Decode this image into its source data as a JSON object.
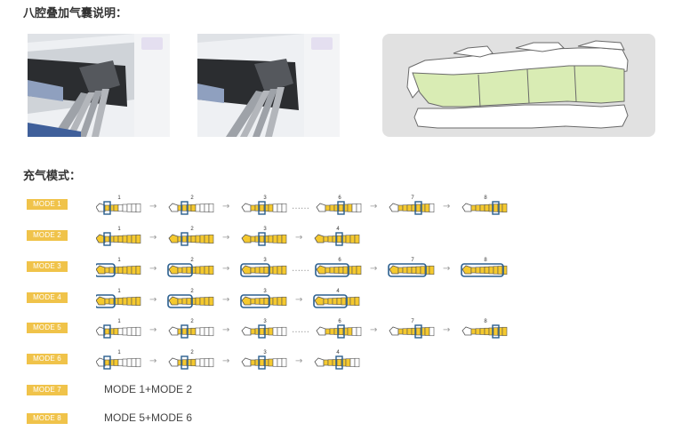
{
  "headings": {
    "overlap": "八腔叠加气囊说明：",
    "inflation": "充气模式："
  },
  "colors": {
    "badge": "#f0c34a",
    "segment_fill": "#f5c92e",
    "segment_outline": "#555555",
    "active_outline": "#2a5f8f",
    "leg_panel_bg": "#e1e1e1",
    "leg_panel_highlight": "#d9ecb4"
  },
  "icons": {
    "photo": "connector-photo",
    "arrow": "right-arrow-icon",
    "leg": "leg-icon"
  },
  "modes": [
    {
      "badge": "MODE 1",
      "steps": [
        {
          "label": "1",
          "fill": "partial",
          "hl": "point"
        },
        {
          "label": "2",
          "fill": "partial",
          "hl": "point"
        },
        {
          "label": "3",
          "fill": "partial",
          "hl": "point"
        },
        {
          "sep": "dots"
        },
        {
          "label": "6",
          "fill": "partial",
          "hl": "point"
        },
        {
          "label": "7",
          "fill": "partial",
          "hl": "point"
        },
        {
          "label": "8",
          "fill": "partial",
          "hl": "point"
        }
      ]
    },
    {
      "badge": "MODE 2",
      "steps": [
        {
          "label": "1",
          "fill": "full",
          "hl": "point"
        },
        {
          "label": "2",
          "fill": "full",
          "hl": "point"
        },
        {
          "label": "3",
          "fill": "full",
          "hl": "point"
        },
        {
          "label": "4",
          "fill": "full",
          "hl": "point"
        }
      ]
    },
    {
      "badge": "MODE 3",
      "steps": [
        {
          "label": "1",
          "fill": "full",
          "hl": "grow"
        },
        {
          "label": "2",
          "fill": "full",
          "hl": "grow"
        },
        {
          "label": "3",
          "fill": "full",
          "hl": "grow"
        },
        {
          "sep": "dots"
        },
        {
          "label": "6",
          "fill": "full",
          "hl": "grow"
        },
        {
          "label": "7",
          "fill": "full",
          "hl": "grow"
        },
        {
          "label": "8",
          "fill": "full",
          "hl": "grow"
        }
      ]
    },
    {
      "badge": "MODE 4",
      "steps": [
        {
          "label": "1",
          "fill": "full",
          "hl": "grow"
        },
        {
          "label": "2",
          "fill": "full",
          "hl": "grow"
        },
        {
          "label": "3",
          "fill": "full",
          "hl": "grow"
        },
        {
          "label": "4",
          "fill": "full",
          "hl": "grow"
        }
      ]
    },
    {
      "badge": "MODE 5",
      "steps": [
        {
          "label": "1",
          "fill": "partial",
          "hl": "point"
        },
        {
          "label": "2",
          "fill": "partial",
          "hl": "point"
        },
        {
          "label": "3",
          "fill": "partial",
          "hl": "point"
        },
        {
          "sep": "dots"
        },
        {
          "label": "6",
          "fill": "partial",
          "hl": "point"
        },
        {
          "label": "7",
          "fill": "partial",
          "hl": "point"
        },
        {
          "label": "8",
          "fill": "partial",
          "hl": "point"
        }
      ]
    },
    {
      "badge": "MODE 6",
      "steps": [
        {
          "label": "1",
          "fill": "partial",
          "hl": "point"
        },
        {
          "label": "2",
          "fill": "partial",
          "hl": "point"
        },
        {
          "label": "3",
          "fill": "partial",
          "hl": "point"
        },
        {
          "label": "4",
          "fill": "partial",
          "hl": "point"
        }
      ]
    },
    {
      "badge": "MODE 7",
      "text": "MODE 1+MODE 2"
    },
    {
      "badge": "MODE 8",
      "text": "MODE 5+MODE 6"
    }
  ]
}
